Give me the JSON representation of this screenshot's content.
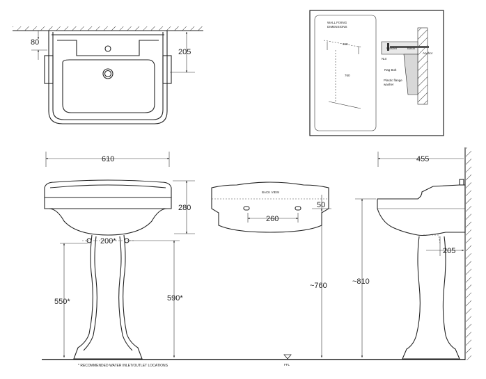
{
  "top_view": {
    "dim_left": "80",
    "dim_right": "205"
  },
  "inset": {
    "title_line1": "WALL FIXING",
    "title_line2": "DIMENSIONS",
    "dim_horizontal": "260",
    "dim_vertical": "760",
    "labels": {
      "washer": "Washer",
      "basin": "Basin",
      "nut": "Nut",
      "anchor": "Anchor",
      "rag_bolt": "Rag Bolt",
      "plastic_flange_line1": "Plastic flange",
      "plastic_flange_line2": "washer"
    }
  },
  "front_view": {
    "dim_width": "610",
    "dim_basin_height": "280",
    "dim_inlet_spacing": "200*",
    "dim_inlet_height": "550*",
    "dim_outlet_height": "590*"
  },
  "back_view": {
    "title": "BACK VIEW",
    "dim_fixing_spacing": "260",
    "dim_fixing_offset": "50",
    "dim_fixing_height": "~760"
  },
  "side_view": {
    "dim_depth": "455",
    "dim_height": "~810",
    "dim_waste_offset": "205"
  },
  "footer": {
    "note": "* RECOMMENDED WATER INLET/OUTLET LOCATIONS",
    "ffl": "FFL"
  }
}
